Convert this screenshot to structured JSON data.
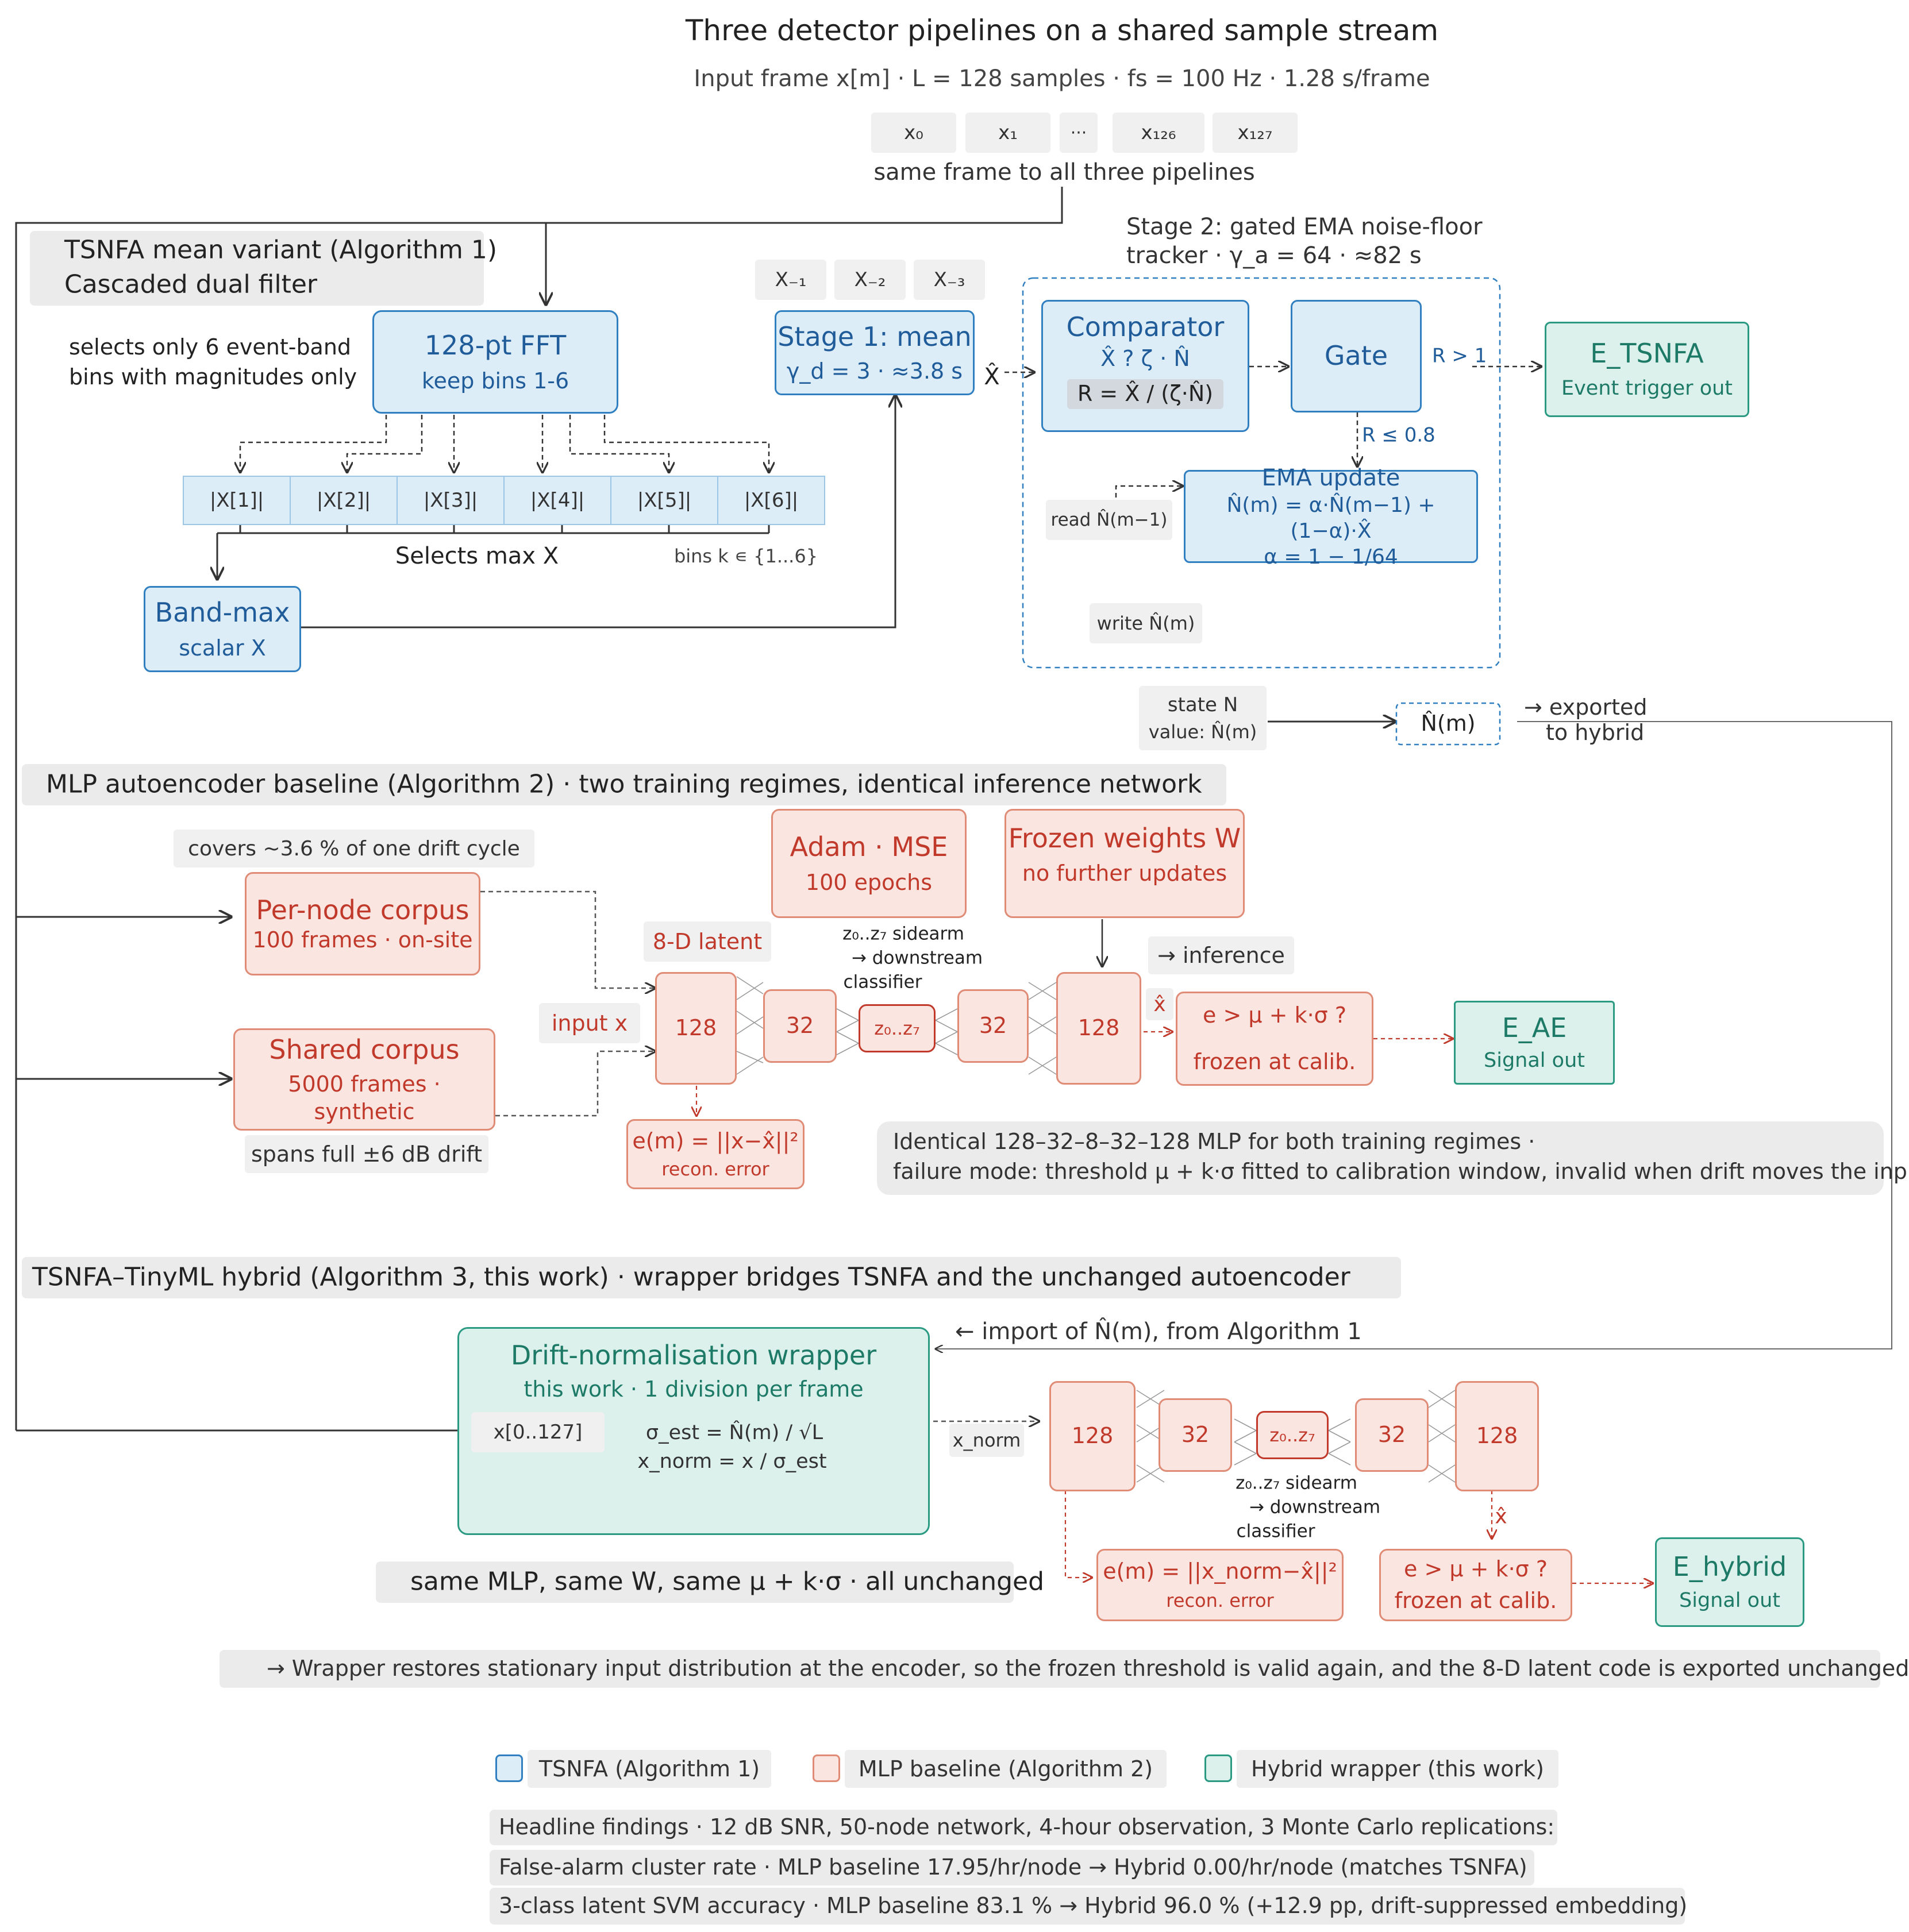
{
  "header": {
    "title": "Three detector pipelines on a shared sample stream",
    "subtitle": "Input frame x[m] · L = 128 samples · fs = 100 Hz · 1.28 s/frame",
    "samples": [
      "x₀",
      "x₁",
      "···",
      "x₁₂₆",
      "x₁₂₇"
    ],
    "same_frame_note": "same frame to all three pipelines"
  },
  "tsnfa": {
    "section_title_line1": "TSNFA mean variant (Algorithm 1)",
    "section_title_line2": "Cascaded dual filter",
    "fft_note_line1": "selects only 6 event-band",
    "fft_note_line2": "bins with magnitudes only",
    "fft_title": "128-pt FFT",
    "fft_sub": "keep bins 1-6",
    "bins": [
      "|X[1]|",
      "|X[2]|",
      "|X[3]|",
      "|X[4]|",
      "|X[5]|",
      "|X[6]|"
    ],
    "selects_max": "Selects max X",
    "bins_range": "bins k ∊ {1...6}",
    "bandmax_title": "Band-max",
    "bandmax_sub": "scalar X",
    "history": [
      "X₋₁",
      "X₋₂",
      "X₋₃"
    ],
    "stage1_title": "Stage 1: mean",
    "stage1_sub": "γ_d = 3 · ≈3.8 s",
    "xhat": "X̂",
    "stage2_line1": "Stage 2: gated EMA noise-floor",
    "stage2_line2": "tracker · γ_a = 64 · ≈82 s",
    "comparator_title": "Comparator",
    "comparator_expr": "X̂ ? ζ · N̂",
    "comparator_ratio": "R = X̂ / (ζ·N̂)",
    "gate": "Gate",
    "r_gt": "R > 1",
    "r_le": "R ≤ 0.8",
    "out_title": "E_TSNFA",
    "out_sub": "Event trigger out",
    "ema_title": "EMA update",
    "ema_eq": "N̂(m) = α·N̂(m−1) + (1−α)·X̂",
    "ema_alpha": "α = 1 − 1/64",
    "read": "read N̂(m−1)",
    "write": "write N̂(m)",
    "state_title": "state N",
    "state_value": "value:  N̂(m)",
    "state_export": "N̂(m)",
    "exported_line1": "→ exported",
    "exported_line2": "to hybrid"
  },
  "mlp": {
    "section_title": "MLP autoencoder baseline (Algorithm 2) · two training regimes, identical inference network",
    "covers_note": "covers ~3.6 % of one drift cycle",
    "pernode_title": "Per-node corpus",
    "pernode_sub": "100 frames · on-site",
    "shared_title": "Shared corpus",
    "shared_sub": "5000 frames · synthetic",
    "spans_note": "spans full ±6 dB drift",
    "adam_title": "Adam · MSE",
    "adam_sub": "100 epochs",
    "frozen_title": "Frozen weights W",
    "frozen_sub": "no further updates",
    "latent_label": "8-D latent",
    "sidearm_line1": "z₀..z₇ sidearm",
    "sidearm_line2": "→ downstream",
    "sidearm_line3": "classifier",
    "inference_label": "→ inference",
    "input_label": "input x",
    "layers": [
      "128",
      "32",
      "z₀..z₇",
      "32",
      "128"
    ],
    "xhat_out": "x̂",
    "thresh_line1": "e > μ + k·σ ?",
    "thresh_line2": "frozen at calib.",
    "out_title": "E_AE",
    "out_sub": "Signal out",
    "error_line1": "e(m) = ||x−x̂||²",
    "error_line2": "recon. error",
    "failure_line1": "Identical 128–32–8–32–128 MLP for both training regimes ·",
    "failure_line2": "failure mode: threshold μ + k·σ fitted to calibration window, invalid when drift moves the input"
  },
  "hybrid": {
    "section_title": "TSNFA–TinyML hybrid (Algorithm 3, this work) · wrapper bridges TSNFA and the unchanged autoencoder",
    "import_label": "← import of N̂(m), from Algorithm 1",
    "wrapper_title": "Drift-normalisation wrapper",
    "wrapper_sub": "this work · 1 division per frame",
    "wrapper_input": "x[0..127]",
    "wrapper_eq1": "σ_est = N̂(m) / √L",
    "wrapper_eq2": "x_norm = x / σ_est",
    "xnorm_label": "x_norm",
    "layers": [
      "128",
      "32",
      "z₀..z₇",
      "32",
      "128"
    ],
    "sidearm_line1": "z₀..z₇ sidearm",
    "sidearm_line2": "→ downstream",
    "sidearm_line3": "classifier",
    "xhat_out": "x̂",
    "error_line1": "e(m) = ||x_norm−x̂||²",
    "error_line2": "recon. error",
    "thresh_line1": "e > μ + k·σ ?",
    "thresh_line2": "frozen at calib.",
    "out_title": "E_hybrid",
    "out_sub": "Signal out",
    "unchanged_note": "same MLP, same W, same μ + k·σ · all unchanged",
    "conclusion": "→ Wrapper restores stationary input distribution at the encoder, so the frozen threshold is valid again, and the 8-D latent code is exported unchanged"
  },
  "legend": {
    "items": [
      {
        "label": "TSNFA (Algorithm 1)",
        "color": "#2f7fc1"
      },
      {
        "label": "MLP baseline (Algorithm 2)",
        "color": "#df8b76"
      },
      {
        "label": "Hybrid wrapper (this work)",
        "color": "#2b9a82"
      }
    ]
  },
  "findings": {
    "line1": "Headline findings · 12 dB SNR, 50-node network, 4-hour observation, 3 Monte Carlo replications:",
    "line2": "False-alarm cluster rate · MLP baseline 17.95/hr/node → Hybrid 0.00/hr/node (matches TSNFA)",
    "line3": "3-class latent SVM accuracy · MLP baseline 83.1 % → Hybrid 96.0 % (+12.9 pp, drift-suppressed embedding)"
  }
}
